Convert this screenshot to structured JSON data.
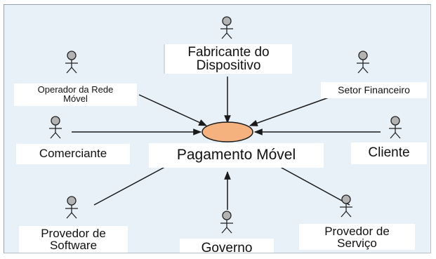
{
  "diagram": {
    "center_label": "Pagamento Móvel",
    "colors": {
      "background": "#e9f1f8",
      "center_fill": "#f5b27e",
      "actor_head": "#b3b3b3",
      "line": "#1a1a1a"
    },
    "actors": [
      {
        "id": "fabricante",
        "lines": [
          "Fabricante do",
          "Dispositivo"
        ],
        "arrow": "to-center"
      },
      {
        "id": "operador",
        "lines": [
          "Operador da Rede",
          "Móvel"
        ],
        "arrow": "to-center"
      },
      {
        "id": "setor",
        "lines": [
          "Setor Financeiro"
        ],
        "arrow": "to-center"
      },
      {
        "id": "comerciante",
        "lines": [
          "Comerciante"
        ],
        "arrow": "to-center"
      },
      {
        "id": "cliente",
        "lines": [
          "Cliente"
        ],
        "arrow": "to-center"
      },
      {
        "id": "software",
        "lines": [
          "Provedor de",
          "Software"
        ],
        "arrow": "none"
      },
      {
        "id": "governo",
        "lines": [
          "Governo"
        ],
        "arrow": "to-center"
      },
      {
        "id": "servico",
        "lines": [
          "Provedor de",
          "Serviço"
        ],
        "arrow": "none"
      }
    ]
  }
}
